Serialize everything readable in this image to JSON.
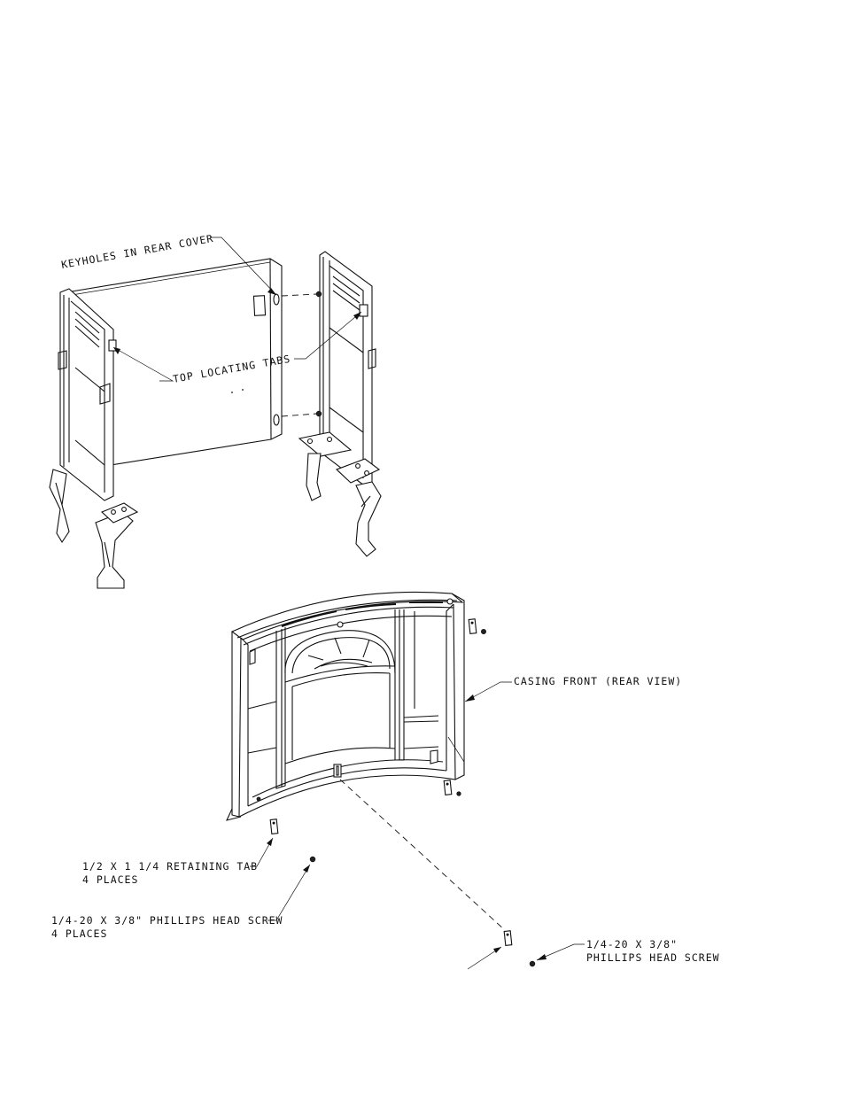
{
  "labels": {
    "keyholes": "KEYHOLES IN REAR COVER",
    "top_tabs": "TOP LOCATING TABS",
    "casing_front": "CASING FRONT (REAR VIEW)",
    "retaining_tab_line1": "1/2 X 1 1/4 RETAINING TAB",
    "retaining_tab_line2": "4 PLACES",
    "screw4_line1": "1/4-20 X 3/8\" PHILLIPS HEAD SCREW",
    "screw4_line2": "4 PLACES",
    "screw1_line1": "1/4-20 X 3/8\"",
    "screw1_line2": "PHILLIPS HEAD SCREW"
  }
}
